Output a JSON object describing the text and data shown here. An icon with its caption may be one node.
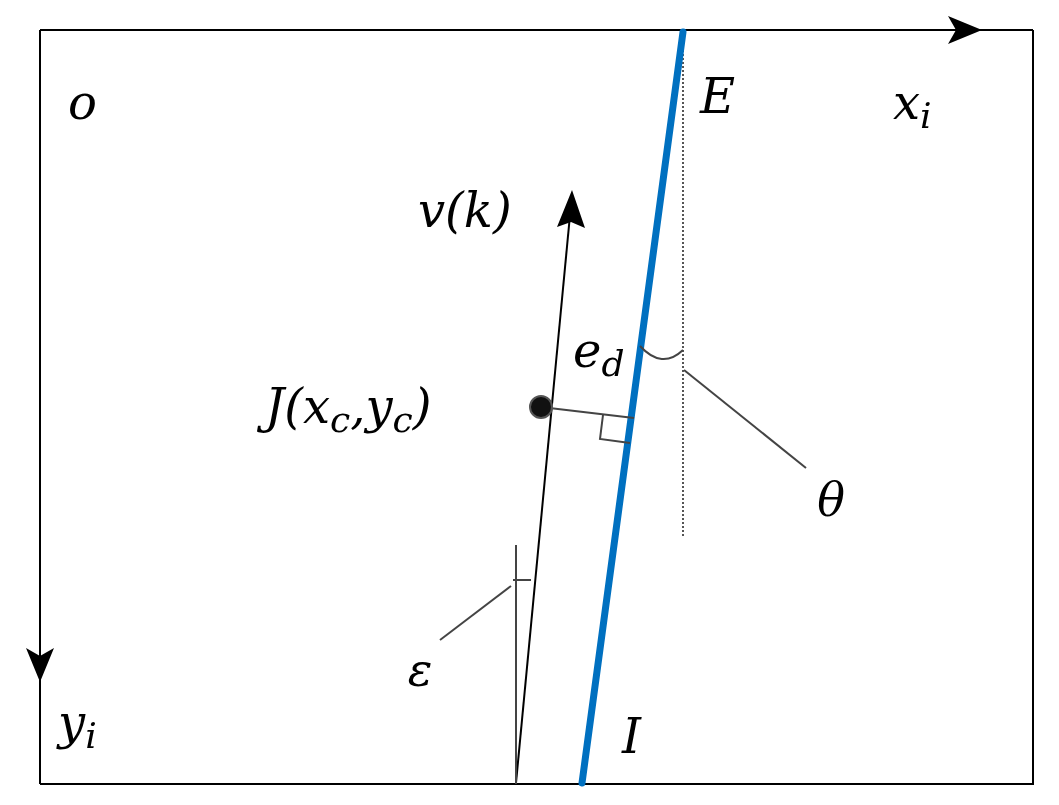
{
  "diagram": {
    "nodes": [
      {
        "text": [
          "θ"
        ]
      },
      {
        "text": [
          "ε"
        ]
      },
      {
        "text": [],
        "shape": "arc"
      },
      {
        "text": [],
        "shape": "angle"
      }
    ],
    "edges": [
      {
        "from": 0,
        "to": 2,
        "arrow": "none"
      },
      {
        "from": 1,
        "to": 3,
        "arrow": "none"
      }
    ],
    "labels": [
      "o",
      "E",
      "x$_{i}$",
      "v(k)",
      "e$_{d}$",
      "J(x$_{c}$,y$_{c}$)",
      "I",
      "y$_{i}$"
    ]
  }
}
